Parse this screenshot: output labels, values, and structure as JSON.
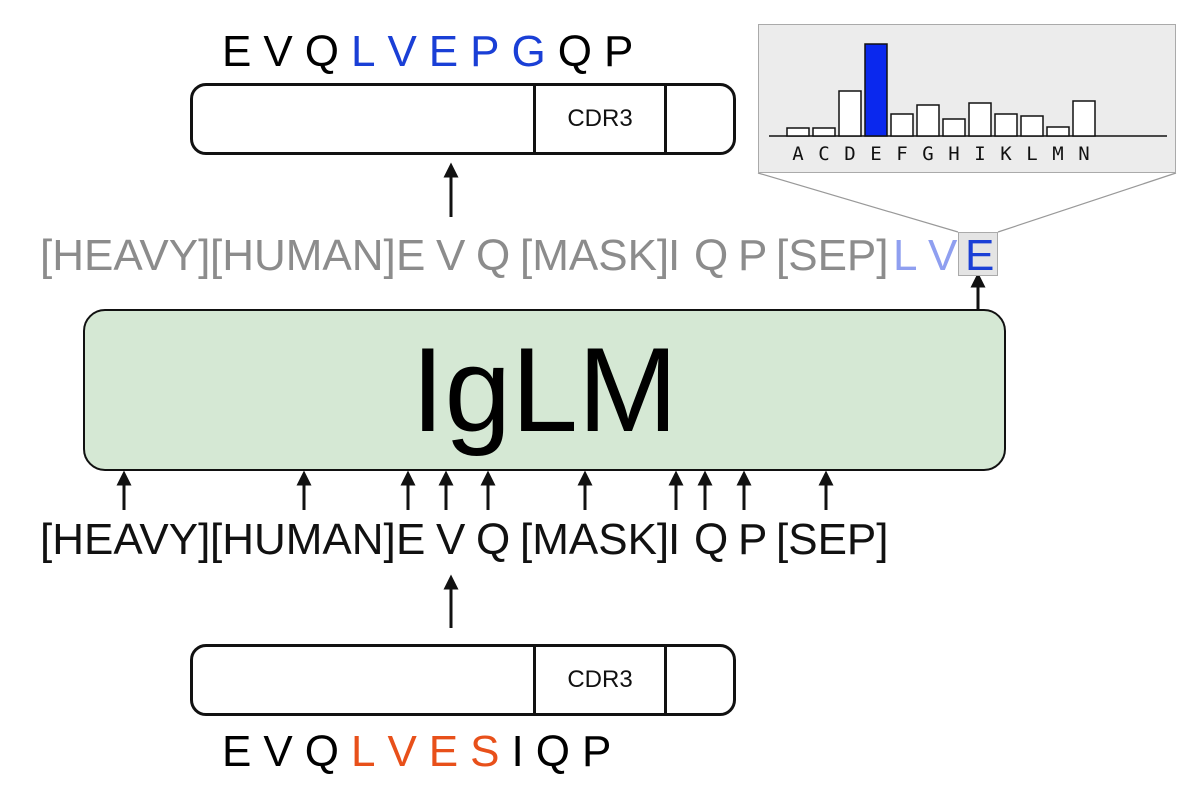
{
  "model": {
    "label": "IgLM"
  },
  "input_tokens": [
    "[HEAVY]",
    "[HUMAN]",
    "E",
    "V",
    "Q",
    "[MASK]",
    "I",
    "Q",
    "P",
    "[SEP]"
  ],
  "output_tokens": [
    "[HEAVY]",
    "[HUMAN]",
    "E",
    "V",
    "Q",
    "[MASK]",
    "I",
    "Q",
    "P",
    "[SEP]",
    "L",
    "V",
    "E"
  ],
  "generated_sequence": {
    "letters": [
      "E",
      "V",
      "Q",
      "L",
      "V",
      "E",
      "P",
      "G",
      "Q",
      "P"
    ],
    "highlight_color": "#1a3fd6"
  },
  "input_sequence": {
    "letters": [
      "E",
      "V",
      "Q",
      "L",
      "V",
      "E",
      "S",
      "I",
      "Q",
      "P"
    ],
    "highlight_color": "#e8501a"
  },
  "top_cdr": {
    "label": "CDR3",
    "color": "#c4c8f4"
  },
  "bottom_cdr": {
    "label": "CDR3",
    "color": "#fbb07c"
  },
  "colors": {
    "model_fill": "#d5e8d4",
    "context_gray": "#8c8c8c",
    "generated_light_blue": "#8f9ff0",
    "generated_blue": "#1a3fd6",
    "bar_highlight": "#0a28ee"
  },
  "chart_data": {
    "type": "bar",
    "categories": [
      "A",
      "C",
      "D",
      "E",
      "F",
      "G",
      "H",
      "I",
      "K",
      "L",
      "M",
      "N"
    ],
    "values": [
      0.08,
      0.08,
      0.45,
      0.92,
      0.22,
      0.31,
      0.17,
      0.33,
      0.22,
      0.2,
      0.09,
      0.35
    ],
    "highlight": "E",
    "title": "",
    "xlabel": "",
    "ylabel": "",
    "ylim": [
      0,
      1
    ],
    "grid": false
  }
}
